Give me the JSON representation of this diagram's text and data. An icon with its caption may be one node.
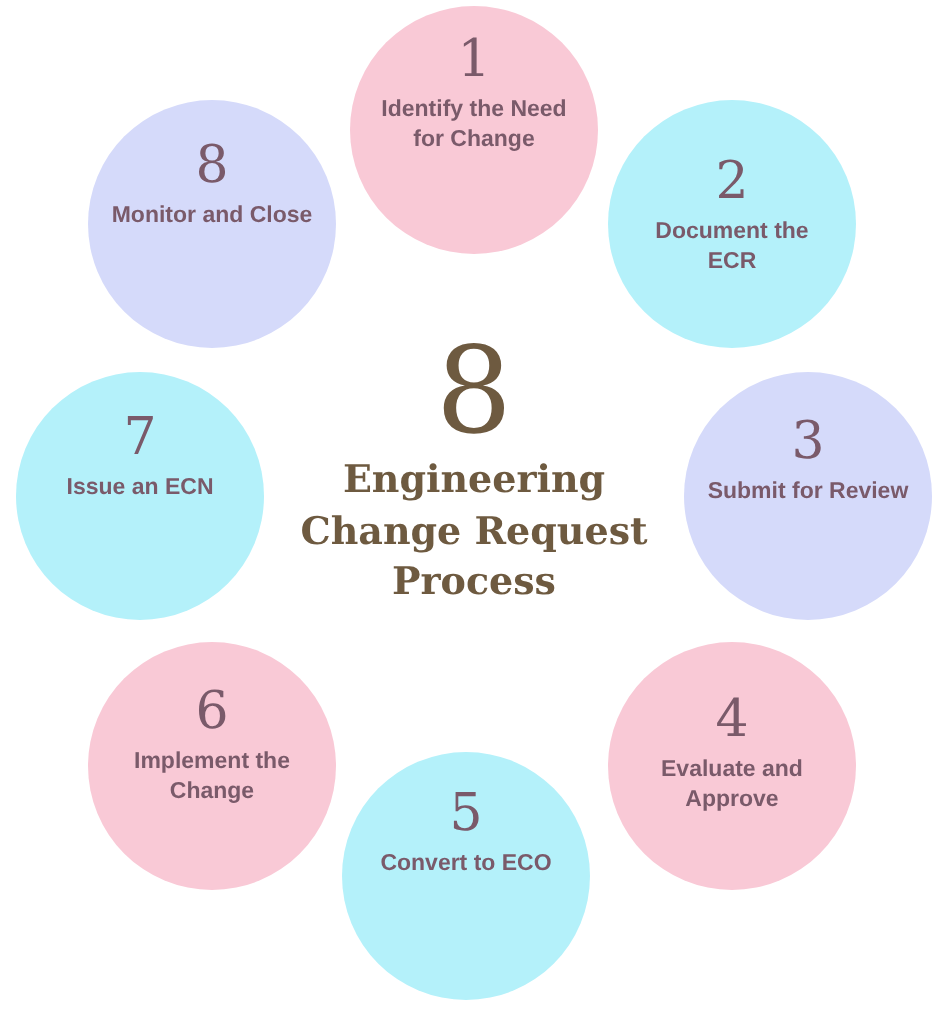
{
  "diagram": {
    "title": "Engineering Change Request Process",
    "labels": [
      "8"
    ],
    "nodes": [
      {
        "text": [
          "1",
          "Identify the Need for Change"
        ]
      },
      {
        "text": [
          "2",
          "Document the ECR"
        ]
      },
      {
        "text": [
          "3",
          "Submit for Review"
        ]
      },
      {
        "text": [
          "4",
          "Evaluate and Approve"
        ]
      },
      {
        "text": [
          "5",
          "Convert to ECO"
        ]
      },
      {
        "text": [
          "6",
          "Implement the Change"
        ]
      },
      {
        "text": [
          "7",
          "Issue an ECN"
        ]
      },
      {
        "text": [
          "8",
          "Monitor and Close"
        ]
      }
    ]
  }
}
